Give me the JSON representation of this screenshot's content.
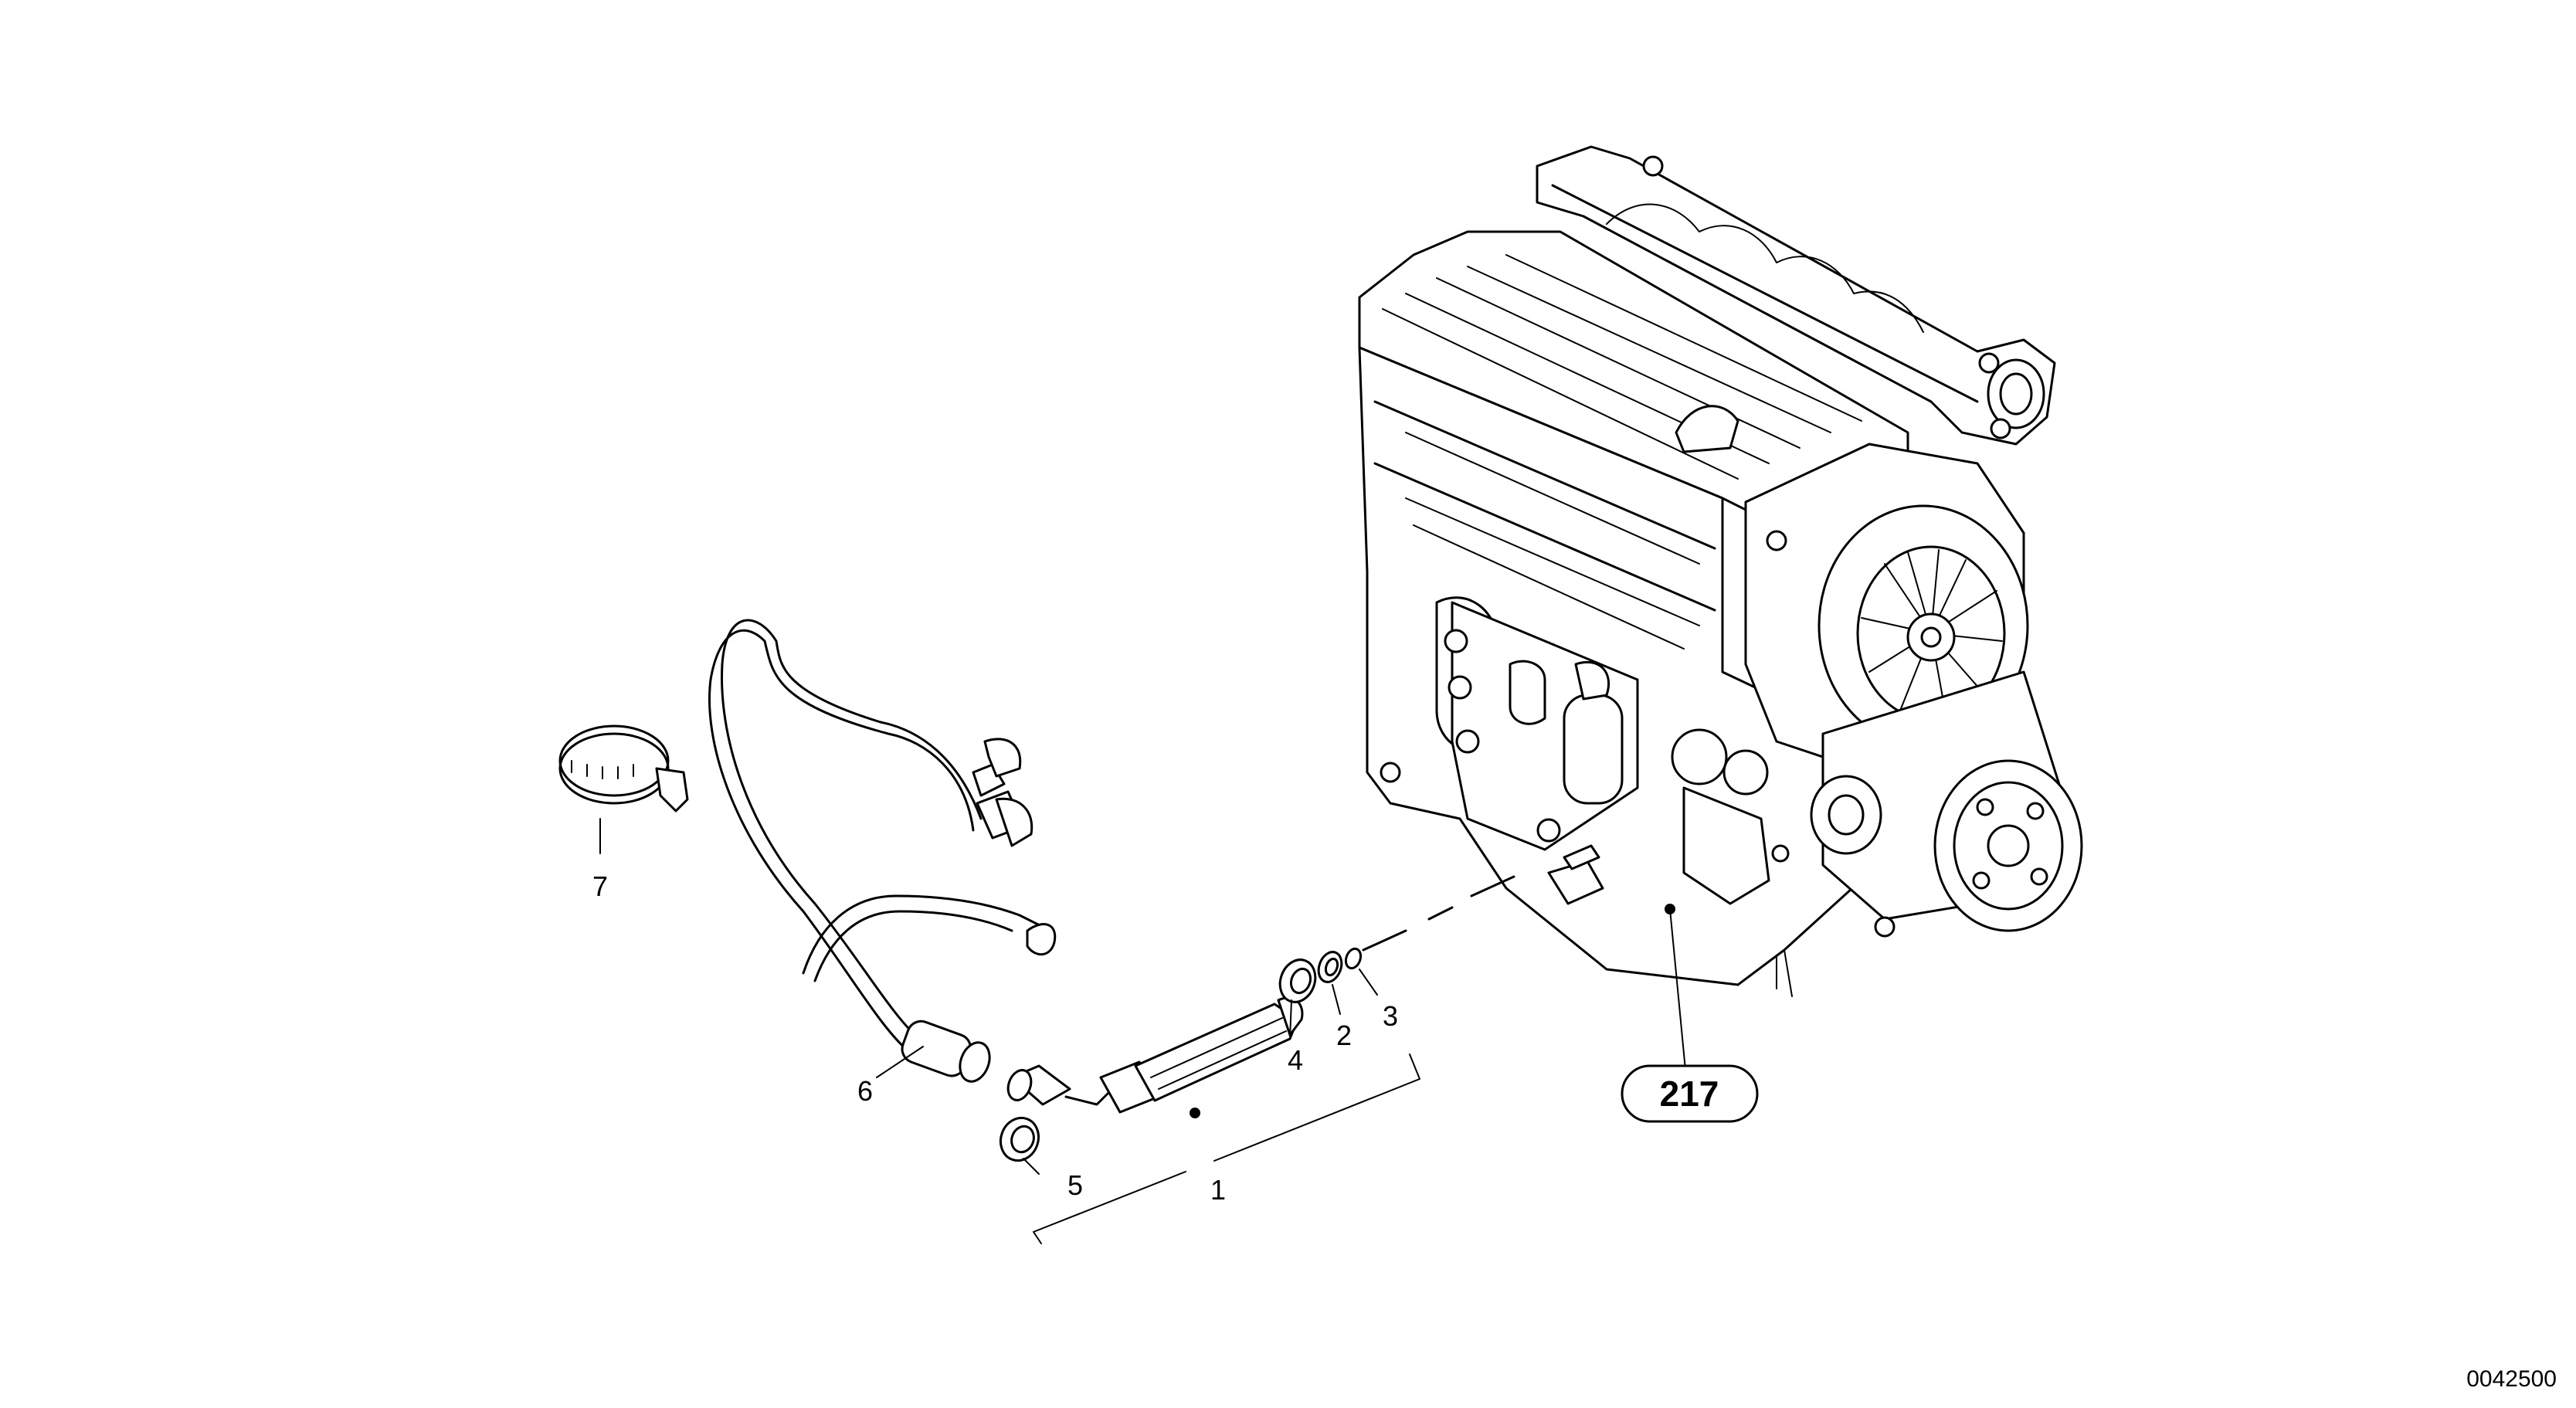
{
  "diagram": {
    "callouts": {
      "c1": "1",
      "c2": "2",
      "c3": "3",
      "c4": "4",
      "c5": "5",
      "c6": "6",
      "c7": "7"
    },
    "reference_group": "217",
    "document_number": "0042500"
  }
}
